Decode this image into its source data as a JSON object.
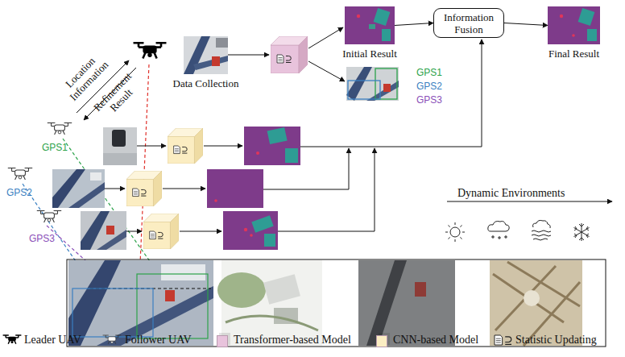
{
  "diagram": {
    "nodes": [
      {
        "text": [
          "Data Collection"
        ]
      },
      {
        "text": [
          "Initial Result"
        ]
      },
      {
        "text": [
          "Information Fusion"
        ]
      },
      {
        "text": [
          "Final Result"
        ]
      }
    ],
    "edges": [
      {
        "from": 1,
        "to": 2,
        "arrow": "to"
      },
      {
        "from": 2,
        "to": 3,
        "arrow": "to"
      }
    ],
    "labels": [
      "Location Information",
      "Refinement Result",
      "GPS1",
      "GPS2",
      "GPS3",
      "GPS1",
      "GPS2",
      "GPS3",
      "Dynamic Environments"
    ],
    "legend": [
      {
        "text": "Leader UAV"
      },
      {
        "text": "Follower UAV"
      },
      {
        "text": "Transformer-based Model",
        "color": "#e8c3dc"
      },
      {
        "text": "CNN-based Model",
        "color": "#fbedc2"
      },
      {
        "text": "Statistic Updating"
      }
    ]
  }
}
